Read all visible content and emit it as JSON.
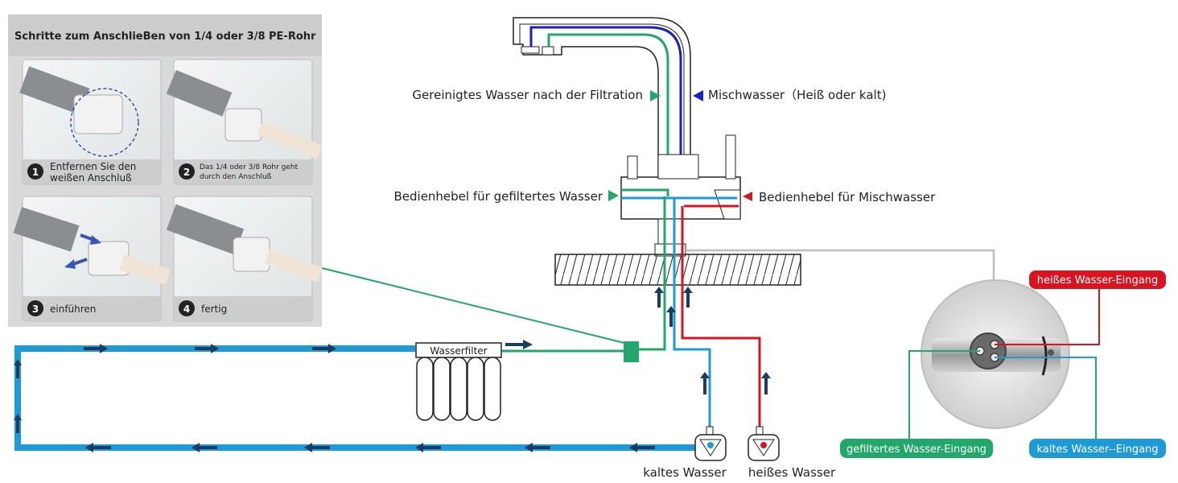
{
  "steps_panel": {
    "title": "Schritte zum AnschlieBen von 1/4 oder 3/8 PE-Rohr",
    "steps": [
      {
        "num": "1",
        "line1": "Entfernen Sie den",
        "line2": "weißen Anschluß"
      },
      {
        "num": "2",
        "line1": "Das 1/4 oder 3/8 Rohr geht",
        "line2": "durch den Anschluß"
      },
      {
        "num": "3",
        "line1": "einführen",
        "line2": ""
      },
      {
        "num": "4",
        "line1": "fertig",
        "line2": ""
      }
    ]
  },
  "labels": {
    "purified": "Gereinigtes Wasser nach der Filtration",
    "mixed": "Mischwasser（Heiß oder kalt)",
    "lever_filtered": "Bedienhebel für gefiltertes Wasser",
    "lever_mixed": "Bedienhebel für Mischwasser",
    "water_filter": "Wasserfilter",
    "cold_water": "kaltes Wasser",
    "hot_water": "heißes Wasser"
  },
  "inlet_pills": {
    "hot": "heißes Wasser-Eingang",
    "filtered": "gefiltertes Wasser-Eingang",
    "cold": "kaltes Wasser--Eingang"
  },
  "colors": {
    "filtered": "#21a86a",
    "cold": "#1e9ad6",
    "hot": "#d7141f",
    "mixed": "#1a1fbf",
    "arrow_dark": "#1c3d63",
    "pipe_blue": "#1e9ad6"
  }
}
